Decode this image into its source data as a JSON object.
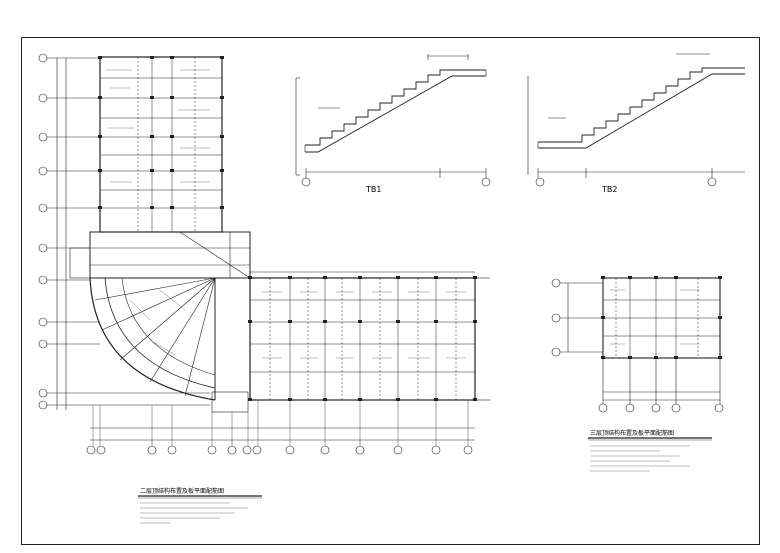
{
  "drawing": {
    "stair_labels": [
      "TB1",
      "TB2"
    ],
    "plan_title": "二层顶结构布置及板平面配筋图",
    "small_plan_title": "三层顶结构布置及板平面配筋图"
  }
}
